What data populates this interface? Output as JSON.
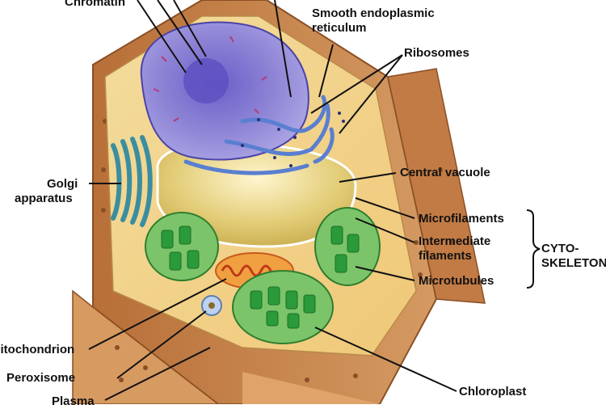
{
  "labels": {
    "chromatin": "Chromatin",
    "smooth_er_line1": "Smooth endoplasmic",
    "smooth_er_line2": "reticulum",
    "ribosomes": "Ribosomes",
    "golgi_line1": "Golgi",
    "golgi_line2": "apparatus",
    "central_vacuole": "Central vacuole",
    "microfilaments": "Microfilaments",
    "intermediate_line1": "Intermediate",
    "intermediate_line2": "filaments",
    "microtubules": "Microtubules",
    "cytoskeleton_line1": "CYTO-",
    "cytoskeleton_line2": "SKELETON",
    "mitochondrion": "Mitochondrion",
    "peroxisome": "Peroxisome",
    "plasma": "Plasma",
    "chloroplast": "Chloroplast"
  },
  "colors": {
    "cell_wall": "#c8814a",
    "cytoplasm": "#f2d28c",
    "nucleus": "#8f86d6",
    "vacuole": "#d9c36a",
    "chloroplast": "#3faa3f",
    "golgi": "#4fa3b3",
    "mitochondrion": "#e07a2a"
  }
}
